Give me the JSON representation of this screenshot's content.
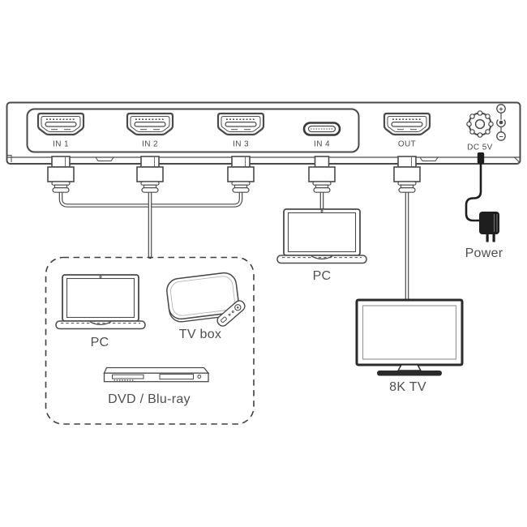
{
  "device_panel": {
    "ports": [
      {
        "label": "IN 1",
        "type": "hdmi"
      },
      {
        "label": "IN 2",
        "type": "hdmi"
      },
      {
        "label": "IN 3",
        "type": "hdmi"
      },
      {
        "label": "IN 4",
        "type": "usb-c"
      },
      {
        "label": "OUT",
        "type": "hdmi"
      },
      {
        "label": "DC 5V",
        "type": "dc-power-jack"
      }
    ],
    "polarity": {
      "plus": "+",
      "minus": "−"
    }
  },
  "connections": {
    "in4_device": {
      "label": "PC"
    },
    "out_device": {
      "label": "8K TV"
    },
    "power_adapter": {
      "label": "Power"
    }
  },
  "input_sources_group": {
    "pc": {
      "label": "PC"
    },
    "tv_box": {
      "label": "TV box"
    },
    "dvd": {
      "label": "DVD / Blu-ray"
    }
  },
  "colors": {
    "line": "#4a4a4a",
    "dark": "#1e1e1e",
    "tv_frame": "#2a2a2a",
    "label_text": "#4f4f4f",
    "background": "#ffffff"
  }
}
